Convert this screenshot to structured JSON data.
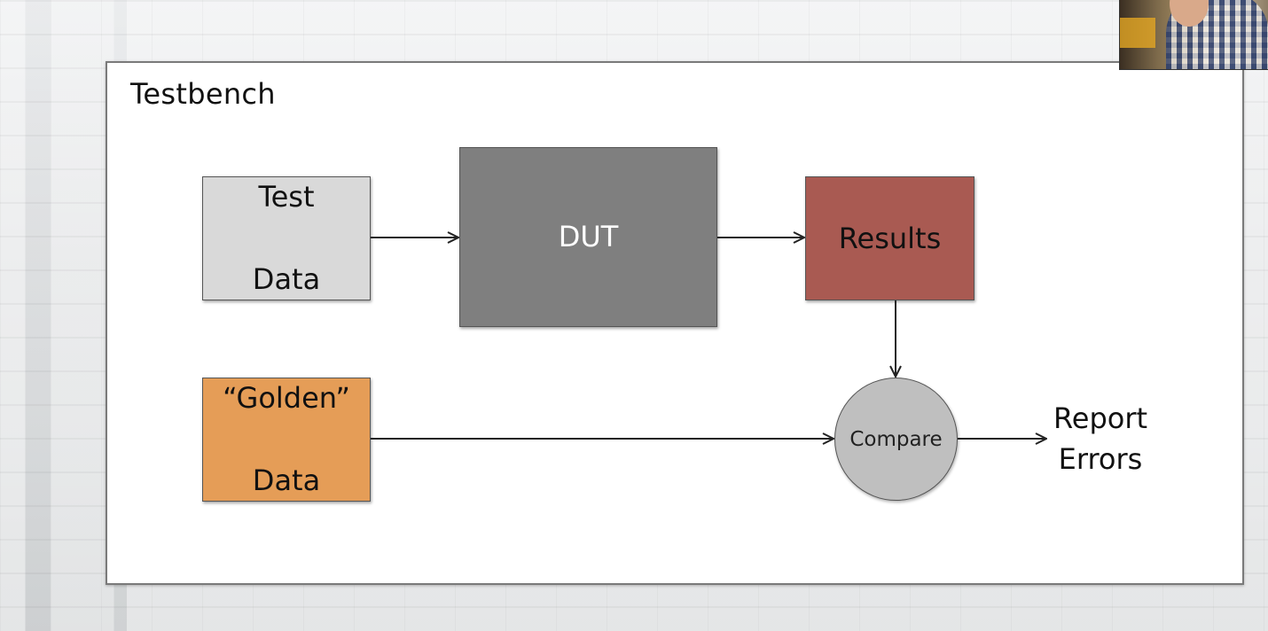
{
  "diagram": {
    "container_title": "Testbench",
    "nodes": {
      "test_data": {
        "label_line1": "Test",
        "label_line2": "Data",
        "fill": "#d9d9d9",
        "text_color": "#111111"
      },
      "dut": {
        "label": "DUT",
        "fill": "#7f7f7f",
        "text_color": "#ffffff"
      },
      "results": {
        "label": "Results",
        "fill": "#a95a52",
        "text_color": "#111111"
      },
      "golden_data": {
        "label_line1": "“Golden”",
        "label_line2": "Data",
        "fill": "#e59d57",
        "text_color": "#111111"
      },
      "compare": {
        "label": "Compare",
        "fill": "#bfbfbf",
        "text_color": "#222222"
      },
      "report_errors": {
        "label_line1": "Report",
        "label_line2": "Errors"
      }
    },
    "edges": [
      {
        "from": "test_data",
        "to": "dut"
      },
      {
        "from": "dut",
        "to": "results"
      },
      {
        "from": "results",
        "to": "compare"
      },
      {
        "from": "golden_data",
        "to": "compare"
      },
      {
        "from": "compare",
        "to": "report_errors"
      }
    ]
  }
}
